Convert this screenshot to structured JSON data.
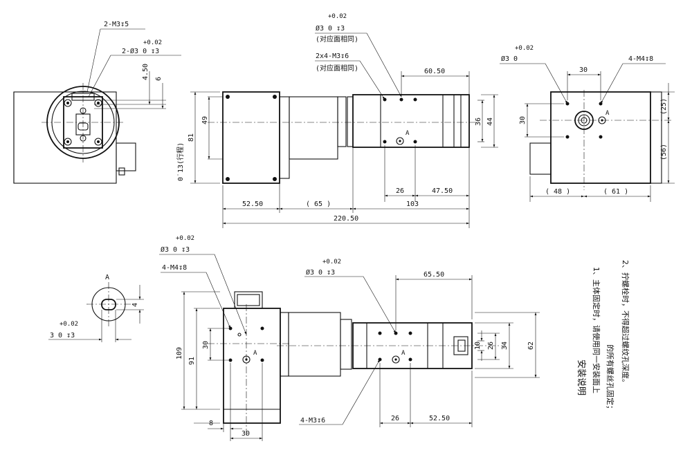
{
  "top_left": {
    "callout_thread": "2-M3↧5",
    "callout_pin_tol": "+0.02",
    "callout_pin": "2-Ø3  0  ↧3",
    "dim_450": "4.50",
    "dim_6": "6"
  },
  "top_center": {
    "pin_tol": "+0.02",
    "pin_callout": "Ø3  0  ↧3",
    "pin_same": "(对应面相同)",
    "thread_callout": "2x4-M3↧6",
    "thread_same": "(对应面相同)",
    "dim_81": "81",
    "dim_49": "49",
    "dim_stroke": "0˙13(行程)",
    "dim_6050": "60.50",
    "dim_36": "36",
    "dim_44": "44",
    "mark_a": "A",
    "dim_26": "26",
    "dim_4750": "47.50",
    "dim_5250": "52.50",
    "dim_65": "( 65 )",
    "dim_103": "103",
    "dim_22050": "220.50"
  },
  "top_right": {
    "pin_tol": "+0.02",
    "pin_callout": "Ø3  0",
    "thread_callout": "4-M4↧8",
    "dim_30h": "30",
    "dim_30v": "30",
    "mark_a": "A",
    "dim_25": "(25)",
    "dim_56": "(56)",
    "dim_48": "( 48 )",
    "dim_61": "( 61 )"
  },
  "detail_a": {
    "label": "A",
    "dim_4": "4",
    "pin_tol": "+0.02",
    "pin_callout": "3  0  ↧3"
  },
  "bottom_left": {
    "pin_tol": "+0.02",
    "pin_callout": "Ø3  0  ↧3",
    "thread_callout": "4-M4↧8",
    "dim_109": "109",
    "dim_91": "91",
    "dim_30v": "30",
    "mark_a": "A",
    "dim_8": "8",
    "dim_30h": "30"
  },
  "bottom_center": {
    "pin_tol": "+0.02",
    "pin_callout": "Ø3  0  ↧3",
    "dim_6550": "65.50",
    "dim_10": "10",
    "dim_26v": "26",
    "dim_34": "34",
    "dim_62": "62",
    "mark_a": "A",
    "thread_callout": "4-M3↧6",
    "dim_26h": "26",
    "dim_5250": "52.50"
  },
  "notes": {
    "title": "安装说明",
    "line1": "1、主体固定时，请使用同一安装面上",
    "line2": "的所有螺丝孔固定；",
    "line3": "2、拧螺栓时，不得超过螺纹孔深度。"
  }
}
